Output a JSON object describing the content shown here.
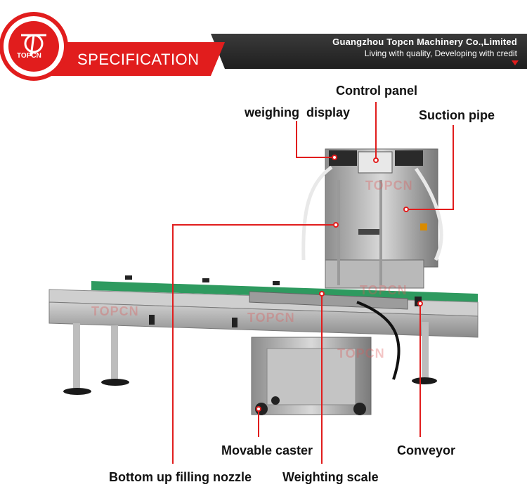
{
  "header": {
    "title": "SPECIFICATION",
    "company": "Guangzhou Topcn Machinery Co.,Limited",
    "slogan": "Living with quality, Developing with credit",
    "logo_text": "TOPCN",
    "accent_color": "#e11d1d",
    "dark_color": "#2b2b2b"
  },
  "watermark": "TOPCN",
  "callouts": {
    "control_panel": "Control panel",
    "weighing_display": "weighing  display",
    "suction_pipe": "Suction pipe",
    "movable_caster": "Movable caster",
    "conveyor": "Conveyor",
    "bottom_up_filling_nozzle": "Bottom up filling nozzle",
    "weighting_scale": "Weighting scale"
  }
}
